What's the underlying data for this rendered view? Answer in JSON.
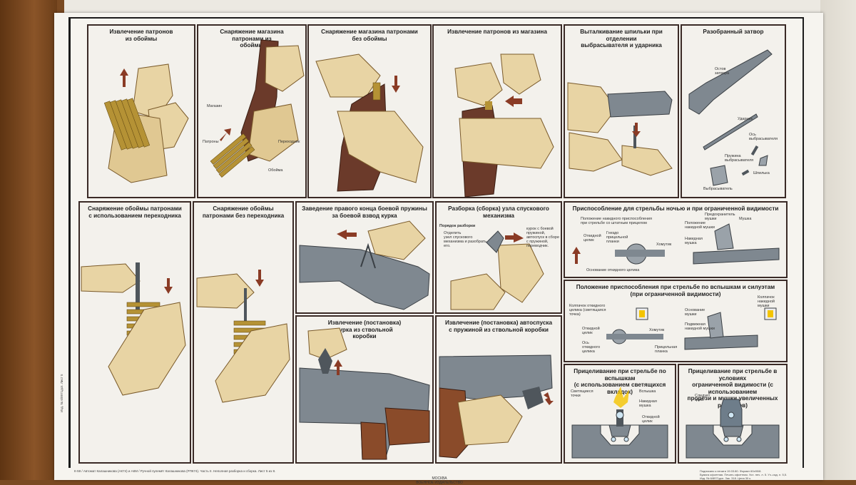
{
  "panels": {
    "p1": "Извлечение патронов\nиз обоймы",
    "p2": "Снаряжение магазина\nпатронами из\nобоймы",
    "p3": "Снаряжение магазина патронами\nбез обоймы",
    "p4": "Извлечение патронов из магазина",
    "p5": "Выталкивание шпильки при отделении\nвыбрасывателя и ударника",
    "p6": "Разобранный затвор",
    "p7": "Снаряжение обоймы патронами\nс использованием переходника",
    "p8": "Снаряжение обоймы\nпатронами без переходника",
    "p9": "Заведение правого конца боевой пружины\nза боевой взвод курка",
    "p10": "Разборка (сборка) узла спускового\nмеханизма",
    "p11": "Приспособление для стрельбы ночью и при ограниченной видимости",
    "p12": "Извлечение (постановка)\nкурка из ствольной\nкоробки",
    "p13": "Извлечение (постановка) автоспуска\nс пружиной из ствольной коробки",
    "p14": "Положение приспособления при стрельбе по вспышкам и силуэтам\n(при ограниченной видимости)",
    "p15": "Прицеливание при стрельбе по вспышкам\n(с использованием светящихся вкладок)",
    "p16": "Прицеливание при стрельбе в условиях\nограниченной видимости (с использованием\nпрорези и мушки увеличенных размеров)"
  },
  "labels": {
    "magazine": "Магазин",
    "cartridges": "Патроны",
    "adapter": "Переходник",
    "clip": "Обойма",
    "bolt_stem": "Остов\nзатвора",
    "striker": "Ударник",
    "extractor_axis": "Ось\nвыбрасывателя",
    "extractor_spring": "Пружина\nвыбрасывателя",
    "pin": "Шпилька",
    "extractor": "Выбрасыватель",
    "order_label": "Порядок разборки",
    "order_text": "Отделить\nузел спускового\nмеханизма и разобрать\nего.",
    "order_right": "курок с боевой\nпружиной,\nавтоспуск в сборе\nс пружиной,\nпереводчик.",
    "night_pos": "Положение накидного приспособления\nпри стрельбе со штатным прицелом",
    "night_pos2": "Положение\nнакидной мушки",
    "front_hinge": "Предохранитель\nмушки",
    "front_sight": "Мушка",
    "rear_open": "Откидной\nцелик",
    "slot": "Гнездо\nприцельной\nпланки",
    "clamp": "Хомутик",
    "rear_base": "Основание откидного целика",
    "front_base": "Накидная\nмушка",
    "rear_cap": "Колпачок откидного\nцелика (светящаяся\nточка)",
    "rear_open2": "Откидной\nцелик",
    "rear_axis": "Ось\nоткидного\nцелика",
    "clamp2": "Хомутик",
    "sight_block": "Прицельная\nпланка",
    "front_base2": "Основание\nмушки",
    "front_clamp": "Подвижная\nнакидной мушки",
    "front_cap": "Колпачок\nнакидной\nмушки",
    "bright_dots": "Светящиеся\nточки",
    "flash": "Вспышка",
    "front_sight2": "Накидная\nмушка",
    "rear_sight2": "Откидной\nцелик",
    "slot2": "Следует\nцель"
  },
  "footer": {
    "left": "К-59 / Автомат Калашникова (АК74) и АКМ / Ручной пулемёт Калашникова (РПК74). Часть II. Неполная разборка и сборка. Лист 5 из 8.",
    "center": "МОСКВА\nВОЕННОЕ ИЗДАТЕЛЬСТВО",
    "right": "Подписано к печати 19.03.80. Формат 60х90/8.\nБумага офсетная. Печать офсетная. Усл. печ. л. 5. Уч.-изд. л. 5,5.\nИзд. № 6/8971дсп. Зак. 318. Цена 30 к.",
    "side": "Изд. № 6/8971дсп. Лист 5"
  },
  "colors": {
    "glove": "#e8d4a4",
    "glove_shade": "#c9ab74",
    "magazine": "#6b3a2a",
    "metal": "#7f8890",
    "metal_dark": "#4f565c",
    "wood": "#8a4b2a",
    "brass": "#b59235",
    "arrow": "#8a3b25",
    "yellow": "#f4c400"
  }
}
